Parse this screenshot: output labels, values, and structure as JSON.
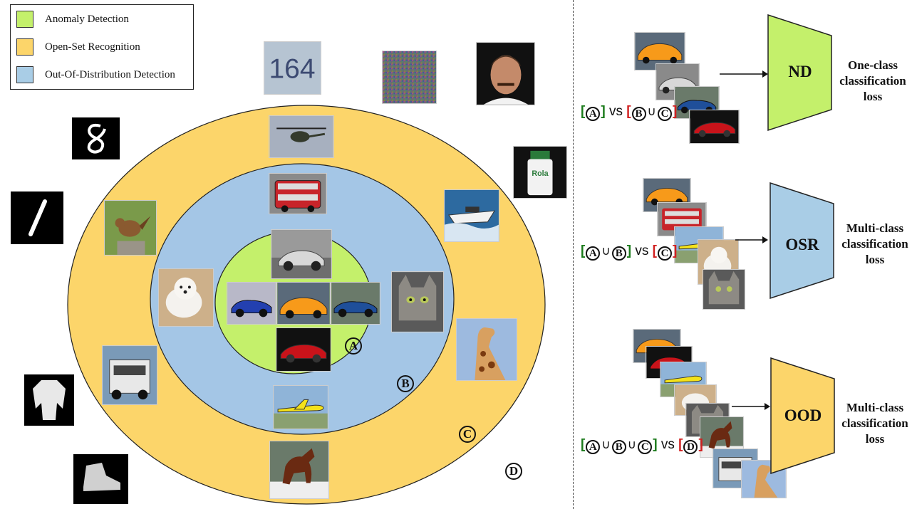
{
  "legend": {
    "items": [
      {
        "label": "Anomaly Detection",
        "color": "#c4f06b"
      },
      {
        "label": "Open-Set Recognition",
        "color": "#fcd56a"
      },
      {
        "label": "Out-Of-Distribution Detection",
        "color": "#a9cde6"
      }
    ]
  },
  "rings": {
    "outer_color": "#fcd56a",
    "middle_color": "#a4c6e6",
    "inner_color": "#c4f06b",
    "labels": {
      "a": "A",
      "b": "B",
      "c": "C",
      "d": "D"
    }
  },
  "thumb_numbers": "164",
  "bottle_label": "Rola",
  "panels": [
    {
      "model": "ND",
      "color": "#c4f06b",
      "loss": [
        "One-class",
        "classification",
        "loss"
      ],
      "left": [
        "A"
      ],
      "right": [
        "B",
        "C"
      ],
      "vs": "vs",
      "union": "∪"
    },
    {
      "model": "OSR",
      "color": "#a9cde6",
      "loss": [
        "Multi-class",
        "classification",
        "loss"
      ],
      "left": [
        "A",
        "B"
      ],
      "right": [
        "C"
      ],
      "vs": "vs",
      "union": "∪"
    },
    {
      "model": "OOD",
      "color": "#fcd56a",
      "loss": [
        "Multi-class",
        "classification",
        "loss"
      ],
      "left": [
        "A",
        "B",
        "C"
      ],
      "right": [
        "D"
      ],
      "vs": "vs",
      "union": "∪"
    }
  ]
}
